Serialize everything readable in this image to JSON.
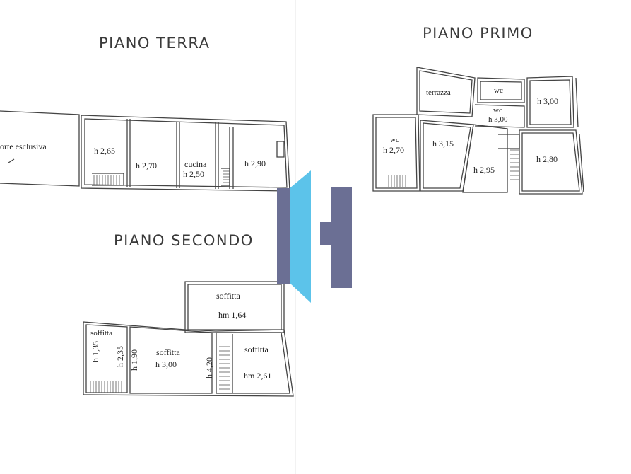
{
  "floors": {
    "terra": {
      "title": "PIANO TERRA",
      "rooms": {
        "corte": "orte esclusiva",
        "r1": "h 2,65",
        "r2": "h 2,70",
        "cucina": "cucina",
        "cucina_h": "h 2,50",
        "r4": "h 2,90"
      }
    },
    "primo": {
      "title": "PIANO PRIMO",
      "rooms": {
        "terrazza": "terrazza",
        "wc_top": "wc",
        "wc_mid": "wc",
        "wc_mid_h": "h 3,00",
        "r_300": "h 3,00",
        "wc_left": "wc",
        "wc_left_h": "h 2,70",
        "r_315": "h 3,15",
        "r_295": "h 2,95",
        "r_280": "h 2,80"
      }
    },
    "secondo": {
      "title": "PIANO SECONDO",
      "rooms": {
        "soffitta_top": "soffitta",
        "soffitta_top_h": "hm 1,64",
        "soffitta_left": "soffitta",
        "h135": "h 1,35",
        "h235": "h 2,35",
        "h190": "h 1,90",
        "soffitta_mid": "soffitta",
        "soffitta_mid_h": "h 3,00",
        "h420": "h 4,20",
        "soffitta_right": "soffitta",
        "soffitta_right_h": "hm 2,61"
      }
    }
  },
  "logo": {
    "colors": {
      "light": "#5cc3ea",
      "dark": "#6b6f94"
    }
  }
}
